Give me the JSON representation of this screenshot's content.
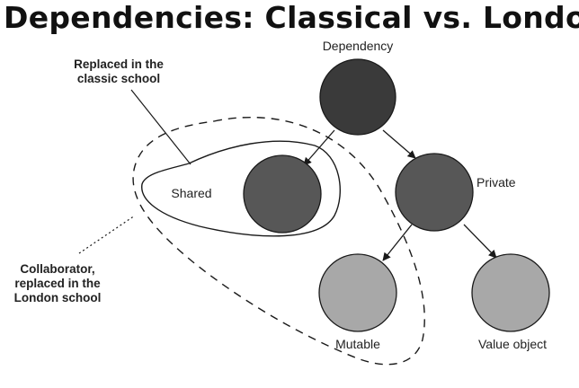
{
  "title": "Dependencies: Classical vs. London",
  "nodes": {
    "dependency": "Dependency",
    "shared": "Shared",
    "private": "Private",
    "mutable": "Mutable",
    "value_object": "Value object"
  },
  "annotations": {
    "classic": [
      "Replaced in the",
      "classic school"
    ],
    "london": [
      "Collaborator,",
      "replaced in the",
      "London school"
    ]
  },
  "colors": {
    "dark_node": "#3a3a3a",
    "medium_node": "#575757",
    "light_node": "#a8a8a8",
    "stroke": "#1a1a1a"
  }
}
